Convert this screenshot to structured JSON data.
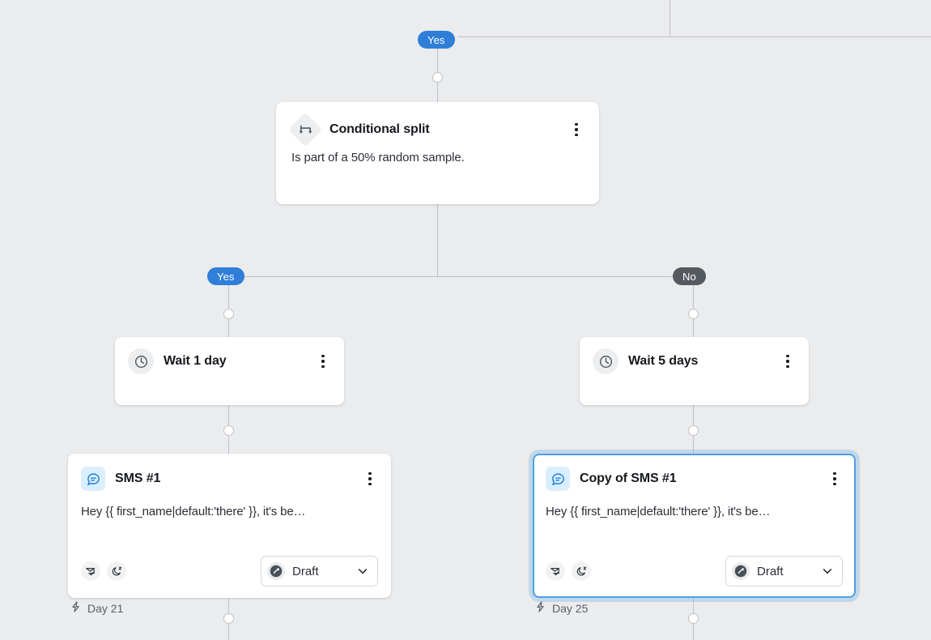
{
  "canvas": {
    "background": "#ebecee",
    "connector_color": "#bfc2c6"
  },
  "branch_labels": {
    "top_yes": "Yes",
    "left_yes": "Yes",
    "right_no": "No",
    "yes_color": "#2f7ed8",
    "no_color": "#555a60"
  },
  "nodes": {
    "conditional_split": {
      "icon": "split-arrows-icon",
      "title": "Conditional split",
      "description": "Is part of a 50% random sample.",
      "menu": "more-options"
    },
    "wait_left": {
      "icon": "clock-icon",
      "title": "Wait 1 day"
    },
    "wait_right": {
      "icon": "clock-icon",
      "title": "Wait 5 days"
    },
    "sms_left": {
      "icon": "sms-bubble-icon",
      "title": "SMS #1",
      "body": "Hey {{ first_name|default:'there' }}, it's be…",
      "badges": [
        "envelope-check-icon",
        "moon-quiet-hours-icon"
      ],
      "status": {
        "icon": "draft-pencil-icon",
        "label": "Draft",
        "chevron": "chevron-down-icon"
      },
      "day_label": "Day 21",
      "day_icon": "lightning-bolt-icon",
      "selected": false
    },
    "sms_right": {
      "icon": "sms-bubble-icon",
      "title": "Copy of SMS #1",
      "body": "Hey {{ first_name|default:'there' }}, it's be…",
      "badges": [
        "envelope-check-icon",
        "moon-quiet-hours-icon"
      ],
      "status": {
        "icon": "draft-pencil-icon",
        "label": "Draft",
        "chevron": "chevron-down-icon"
      },
      "day_label": "Day 25",
      "day_icon": "lightning-bolt-icon",
      "selected": true,
      "selection_color": "#4f9fe3"
    }
  }
}
